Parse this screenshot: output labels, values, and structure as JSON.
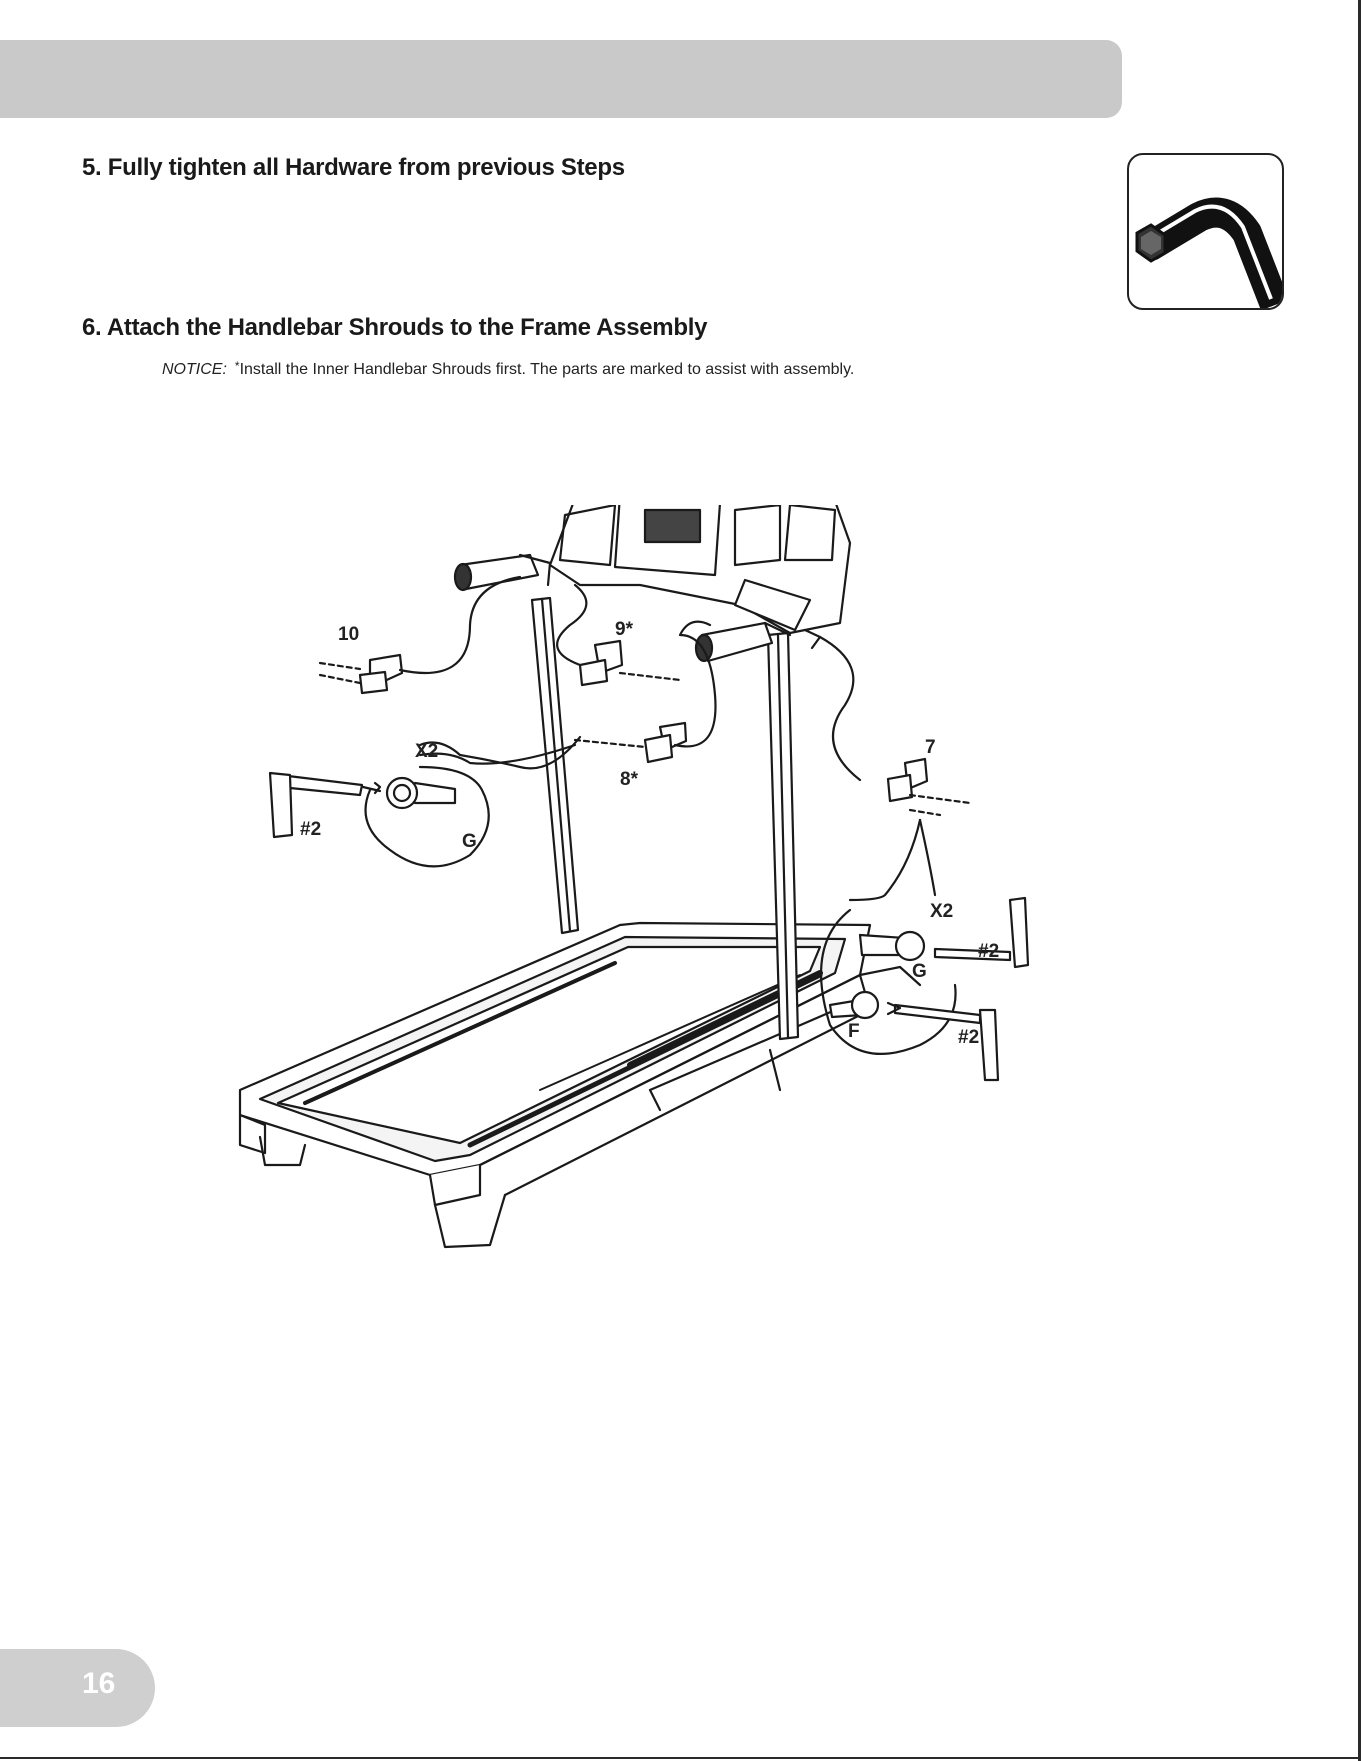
{
  "steps": [
    {
      "title": "5.  Fully tighten all Hardware from previous Steps"
    },
    {
      "title": "6.  Attach the Handlebar Shrouds to the Frame Assembly",
      "notice_label": "NOTICE:",
      "notice_marker": "*",
      "notice_text": "Install the Inner Handlebar Shrouds first. The parts are marked to assist with assembly."
    }
  ],
  "tool_icon": "allen-wrench-icon",
  "diagram": {
    "labels": {
      "part_10": "10",
      "part_9": "9*",
      "part_8": "8*",
      "part_7": "7",
      "qty_left": "X2",
      "qty_right": "X2",
      "wrench_left": "#2",
      "wrench_right_top": "#2",
      "wrench_right_bottom": "#2",
      "bolt_left": "G",
      "bolt_right_top": "G",
      "bolt_right_bottom": "F"
    }
  },
  "footer": {
    "page_number": "16"
  },
  "colors": {
    "banner": "#c9c9c9",
    "page_tab": "#cfcfcf",
    "ink": "#1a1a1a"
  }
}
